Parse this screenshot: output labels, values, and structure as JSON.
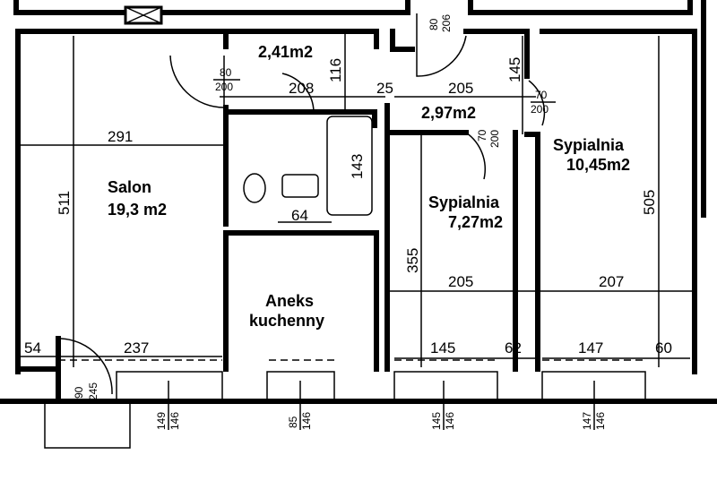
{
  "rooms": {
    "salon": {
      "name": "Salon",
      "area": "19,3 m2"
    },
    "wc_hall": {
      "area": "2,41m2"
    },
    "hall": {
      "area": "2,97m2"
    },
    "bedroom_large": {
      "name": "Sypialnia",
      "area": "10,45m2"
    },
    "bedroom_small": {
      "name": "Sypialnia",
      "area": "7,27m2"
    },
    "kitchen": {
      "line1": "Aneks",
      "line2": "kuchenny"
    }
  },
  "dimensions": {
    "salon_width": "291",
    "salon_length": "511",
    "door_salon": {
      "w": "80",
      "h": "200"
    },
    "corridor_208": "208",
    "corridor_116": "116",
    "wall_25": "25",
    "hall_205": "205",
    "hall_145": "145",
    "door_bedroom_large": {
      "w": "70",
      "h": "200"
    },
    "door_bedroom_small": {
      "w": "70",
      "h": "200"
    },
    "entrance_door": {
      "w": "80",
      "h": "206"
    },
    "bath_143": "143",
    "bath_64": "64",
    "bedroom_small_355": "355",
    "bedroom_small_205": "205",
    "bedroom_large_505": "505",
    "bedroom_large_207": "207",
    "wall_54": "54",
    "wall_237": "237",
    "win3_145": "145",
    "wall_62": "62",
    "win4_147": "147",
    "wall_60": "60",
    "balcony_door": {
      "w": "90",
      "h": "245"
    },
    "window_1": {
      "w": "149",
      "h": "146"
    },
    "window_2": {
      "w": "85",
      "h": "146"
    },
    "window_3": {
      "w": "145",
      "h": "146"
    },
    "window_4": {
      "w": "147",
      "h": "146"
    }
  }
}
